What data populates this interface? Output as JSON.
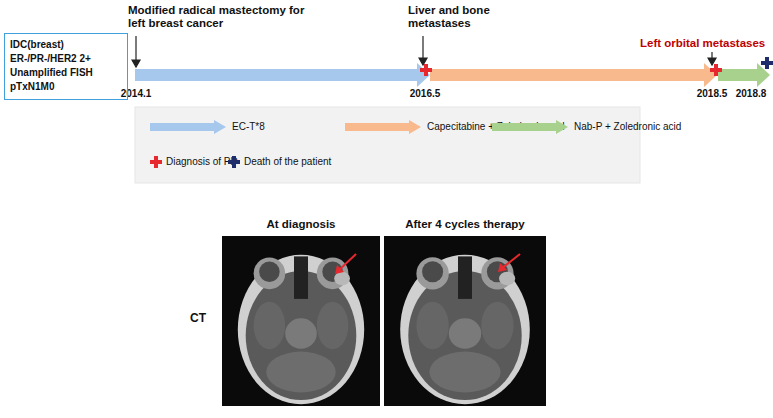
{
  "diagram": {
    "nodes": [
      {
        "text": [
          "IDC(breast)",
          "ER-/PR-/HER2 2+",
          "Unamplified FISH",
          "pTxN1M0"
        ]
      },
      {
        "text": [
          "At diagnosis"
        ]
      },
      {
        "text": [
          "After 4 cycles therapy"
        ]
      }
    ],
    "labels": [
      "Modified radical mastectomy for left breast cancer",
      "Liver and bone metastases",
      "2014.1",
      "2016.5",
      "2018.5",
      "2018.8",
      "Left orbital metastases",
      "CT"
    ],
    "legend": [
      {
        "text": "EC-T*8",
        "color": "#a6c8ec"
      },
      {
        "text": "Capecitabine + Zoledronic acid",
        "color": "#f8b98c"
      },
      {
        "text": "Nab-P + Zoledronic acid",
        "color": "#a9d18e"
      },
      {
        "text": "Diagnosis of PD",
        "color": "#e8282f"
      },
      {
        "text": "Death of the patient",
        "color": "#1f2d6b"
      }
    ]
  }
}
